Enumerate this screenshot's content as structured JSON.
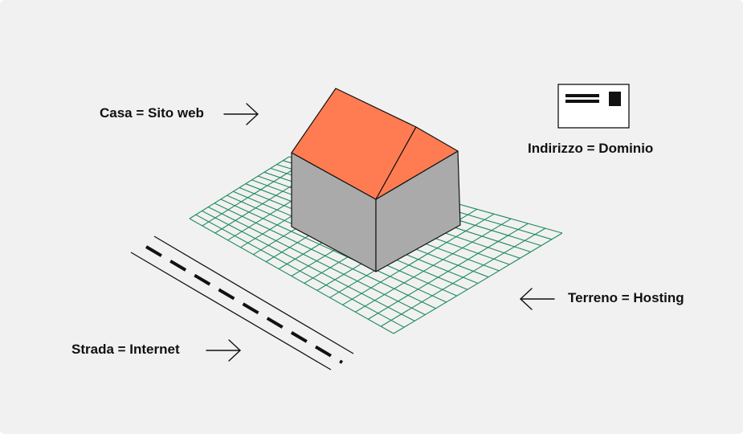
{
  "labels": {
    "house": "Casa = Sito web",
    "domain": "Indirizzo = Dominio",
    "hosting": "Terreno = Hosting",
    "internet": "Strada = Internet"
  },
  "colors": {
    "background": "#f1f1f1",
    "roof": "#ff7c52",
    "walls": "#aaaaaa",
    "grid": "#1f8a5e",
    "ink": "#111111"
  },
  "icons": [
    "house-icon",
    "envelope-icon",
    "arrow-right-icon",
    "arrow-left-icon",
    "road-icon",
    "grid-land"
  ]
}
